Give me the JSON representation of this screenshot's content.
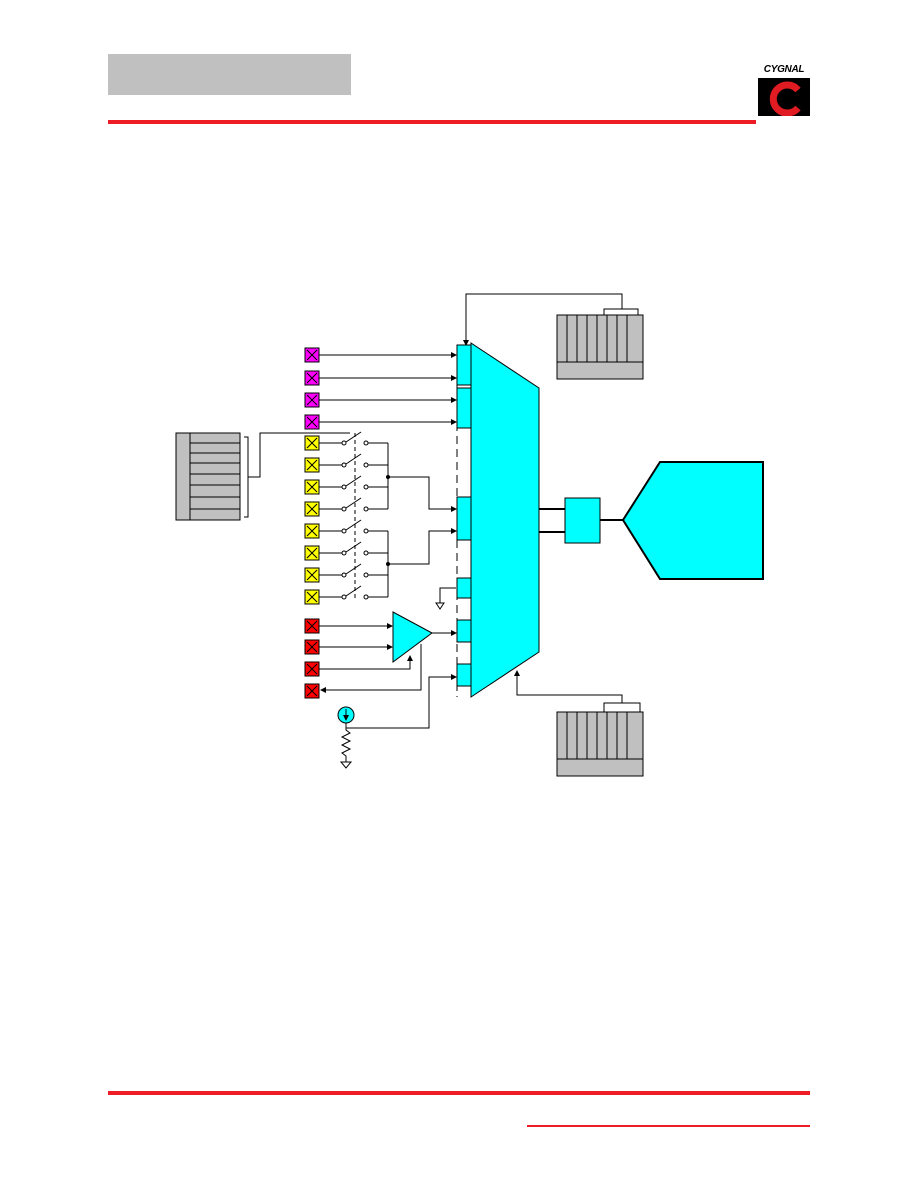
{
  "logo": {
    "text": "CYGNAL",
    "colors": {
      "box": "#000000",
      "arc": "#e01b22",
      "text_bg": "#ffffff"
    }
  },
  "colors": {
    "header_box": "#c0c0c0",
    "rule": "#ee1c24",
    "block": "#00ffff",
    "pin_magenta": "#ff00ff",
    "pin_yellow": "#ffff00",
    "pin_red": "#ff0000",
    "register": "#c0c0c0"
  },
  "diagram": {
    "pin_groups": [
      {
        "name": "magenta-pin",
        "count": 4,
        "color_key": "pin_magenta"
      },
      {
        "name": "yellow-pin",
        "count": 8,
        "color_key": "pin_yellow"
      },
      {
        "name": "red-pin",
        "count": 4,
        "color_key": "pin_red"
      }
    ],
    "registers": [
      {
        "name": "top-register",
        "rows": 2
      },
      {
        "name": "left-register",
        "rows": 8
      },
      {
        "name": "bottom-register",
        "rows": 2
      }
    ]
  }
}
